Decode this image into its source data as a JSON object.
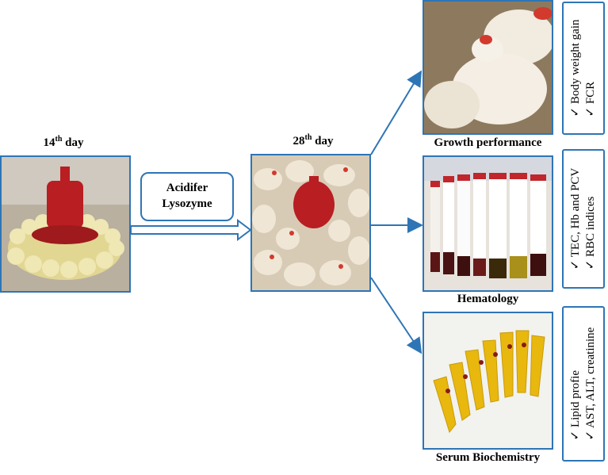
{
  "day14": {
    "label": "14",
    "sup": "th",
    "suffix": " day"
  },
  "day28": {
    "label": "28",
    "sup": "th",
    "suffix": " day"
  },
  "treatment": {
    "line1": "Acidifer",
    "line2": "Lysozyme"
  },
  "outcomes": [
    {
      "title": "Growth performance",
      "items": [
        "✓ Body weight gain",
        "✓ FCR"
      ]
    },
    {
      "title": "Hematology",
      "items": [
        "✓ TEC, Hb and PCV",
        "✓ RBC indices"
      ]
    },
    {
      "title": "Serum Biochemistry",
      "items": [
        "✓ Lipid profie",
        "✓ AST, ALT, creatinine"
      ]
    }
  ],
  "colors": {
    "accent": "#2e75b6",
    "feeder": "#b81e22",
    "chick": "#e8dfa0"
  }
}
